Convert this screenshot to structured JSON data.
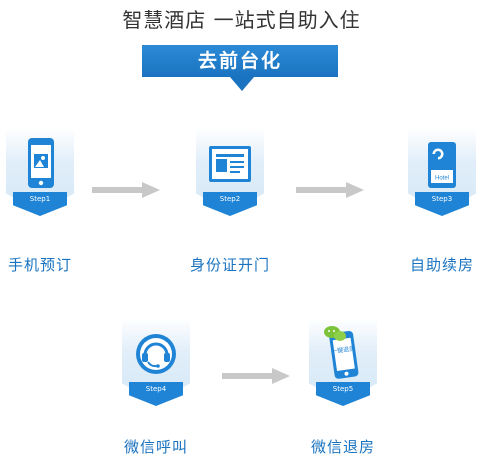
{
  "title": "智慧酒店 一站式自助入住",
  "banner": "去前台化",
  "steps": [
    {
      "badge": "Step1",
      "label": "手机预订",
      "icon": "phone-image-icon"
    },
    {
      "badge": "Step2",
      "label": "身份证开门",
      "icon": "id-card-icon"
    },
    {
      "badge": "Step3",
      "label": "自助续房",
      "icon": "hotel-door-tag-icon",
      "icon_text": "Hotel"
    },
    {
      "badge": "Step4",
      "label": "微信呼叫",
      "icon": "headset-call-icon"
    },
    {
      "badge": "Step5",
      "label": "微信退房",
      "icon": "phone-checkout-icon",
      "icon_text": "一键退房"
    }
  ],
  "colors": {
    "primary": "#1f84d6",
    "label": "#1a73c0",
    "arrow": "#c8c8c8",
    "shield": "#dcecf8",
    "wechat_green": "#7dc33a"
  }
}
